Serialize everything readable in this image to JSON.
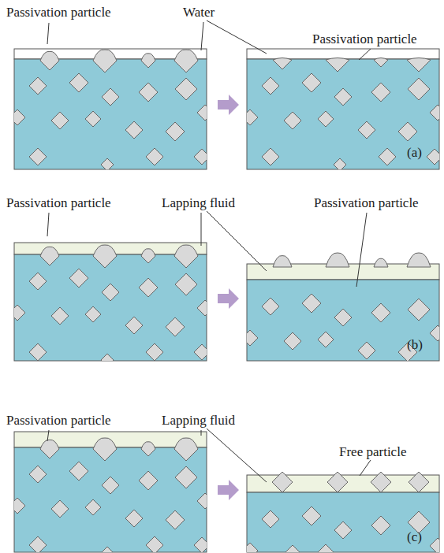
{
  "diagram": {
    "labels": [
      "Passivation particle",
      "Water",
      "Passivation particle",
      "(a)",
      "Passivation particle",
      "Lapping fluid",
      "Passivation particle",
      "(b)",
      "Passivation particle",
      "Lapping fluid",
      "Free particle",
      "(c)"
    ]
  }
}
